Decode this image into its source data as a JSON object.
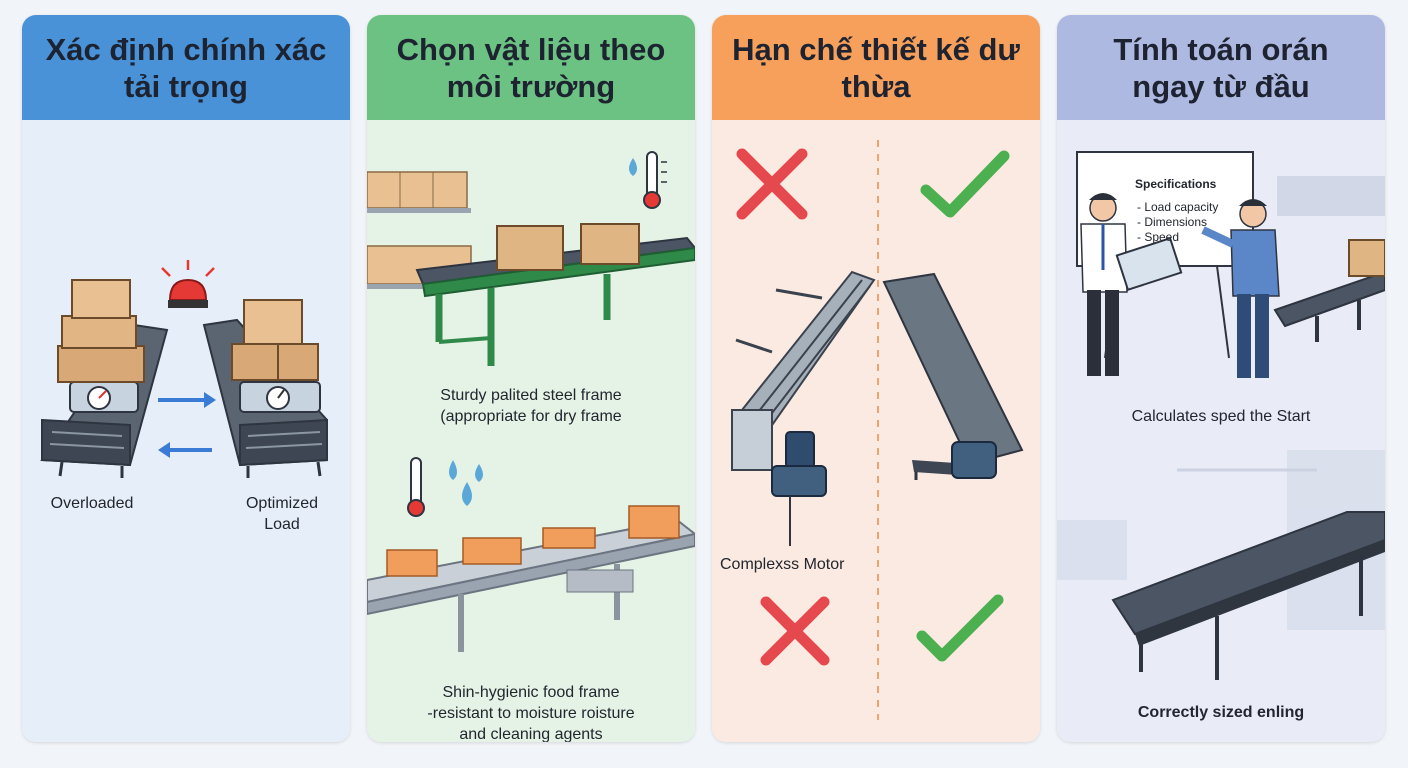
{
  "panels": [
    {
      "title": "Xác định chính xác tải trọng",
      "labels": {
        "left": "Overloaded",
        "right": "Optimized Load"
      }
    },
    {
      "title": "Chọn vật liệu theo môi trường",
      "captions": {
        "top": [
          "Sturdy palited steel frame",
          "(appropriate for dry frame"
        ],
        "bottom": [
          "Shin-hygienic food frame",
          "-resistant to moisture roisture",
          "and cleaning agents"
        ]
      }
    },
    {
      "title": "Hạn chế thiết kế dư thừa",
      "labels": {
        "motor": "Complexss Motor"
      }
    },
    {
      "title": "Tính toán orán ngay từ đầu",
      "board": {
        "heading": "Specifications",
        "items": [
          "- Load capacity",
          "- Dimensions",
          "- Speed"
        ]
      },
      "captions": {
        "top": "Calculates sped the Start",
        "bottom": "Correctly sized enling"
      }
    }
  ],
  "colors": {
    "header_blue": "#4a92d8",
    "header_green": "#6cc283",
    "header_orange": "#f6a05c",
    "header_lavender": "#aeb9e2",
    "cross_red": "#e5484d",
    "check_green": "#4caf50"
  }
}
